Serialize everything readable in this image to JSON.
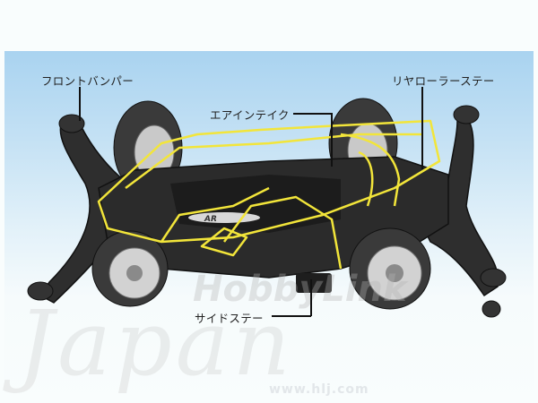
{
  "labels": {
    "front_bumper": "フロントバンパー",
    "rear_roller_stay": "リヤローラーステー",
    "air_intake": "エアインテイク",
    "side_stay": "サイドステー"
  },
  "chassis_logo": "AR",
  "watermark": {
    "brand": "HobbyLink",
    "script": "Japan",
    "url": "www.hlj.com"
  },
  "colors": {
    "sky_top": "#a9d3f0",
    "background": "#f9fdfd",
    "chassis": "#2b2b2b",
    "body_outline": "#f2e53a",
    "wheel": "#c9c9c9"
  }
}
